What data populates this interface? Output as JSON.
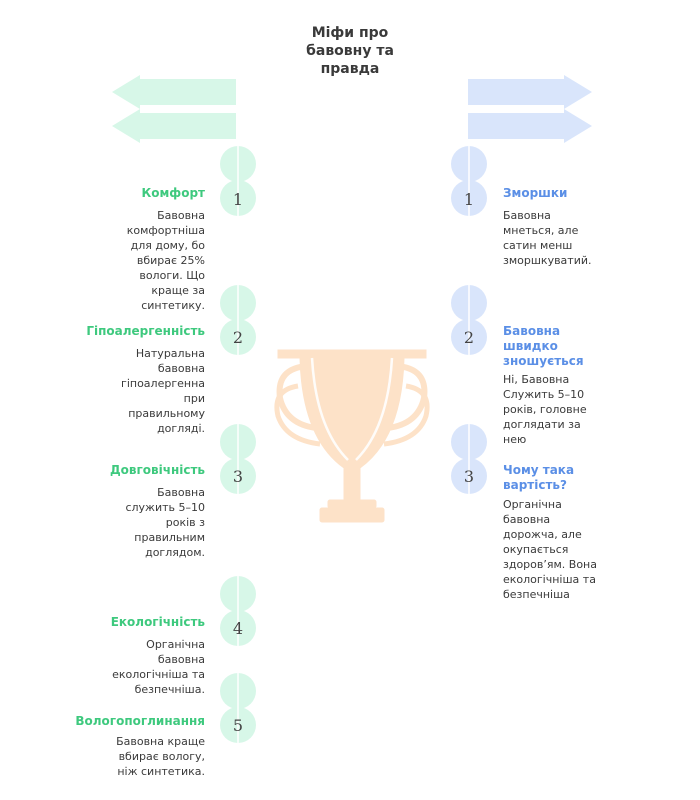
{
  "title": "Міфи про\nбавовну та\nправда",
  "colors": {
    "left_accent": "#3ec97e",
    "left_fill": "#d7f7e8",
    "right_accent": "#5b8fe6",
    "right_fill": "#d9e5fb",
    "trophy": "#fde2c8"
  },
  "left_items": [
    {
      "num": "1",
      "heading": "Комфорт",
      "desc": "Бавовна\nкомфортніша\nдля дому, бо\nвбирає 25%\nвологи. Що\nкраще за\nсинтетику."
    },
    {
      "num": "2",
      "heading": "Гіпоалергенність",
      "desc": "Натуральна\nбавовна\nгіпоалергенна\nпри\nправильному\nдогляді."
    },
    {
      "num": "3",
      "heading": "Довговічність",
      "desc": "Бавовна\nслужить 5–10\nроків з\nправильним\nдоглядом."
    },
    {
      "num": "4",
      "heading": "Екологічність",
      "desc": "Органічна\nбавовна\nекологічніша та\nбезпечніша."
    },
    {
      "num": "5",
      "heading": "Вологопоглинання",
      "desc": "Бавовна краще\nвбирає вологу,\nніж синтетика."
    }
  ],
  "right_items": [
    {
      "num": "1",
      "heading": "Зморшки",
      "desc": "Бавовна\nмнеться, але\nсатин менш\nзморшкуватий."
    },
    {
      "num": "2",
      "heading": "Бавовна\nшвидко\nзношується",
      "desc": "Ні, Бавовна\nСлужить 5–10\nроків, головне\nдоглядати за\nнею"
    },
    {
      "num": "3",
      "heading": "Чому така\nвартість?",
      "desc": "Органічна\nбавовна\nдорожча, але\nокупається\nздоров’ям. Вона\nекологічніша та\nбезпечніша"
    }
  ]
}
